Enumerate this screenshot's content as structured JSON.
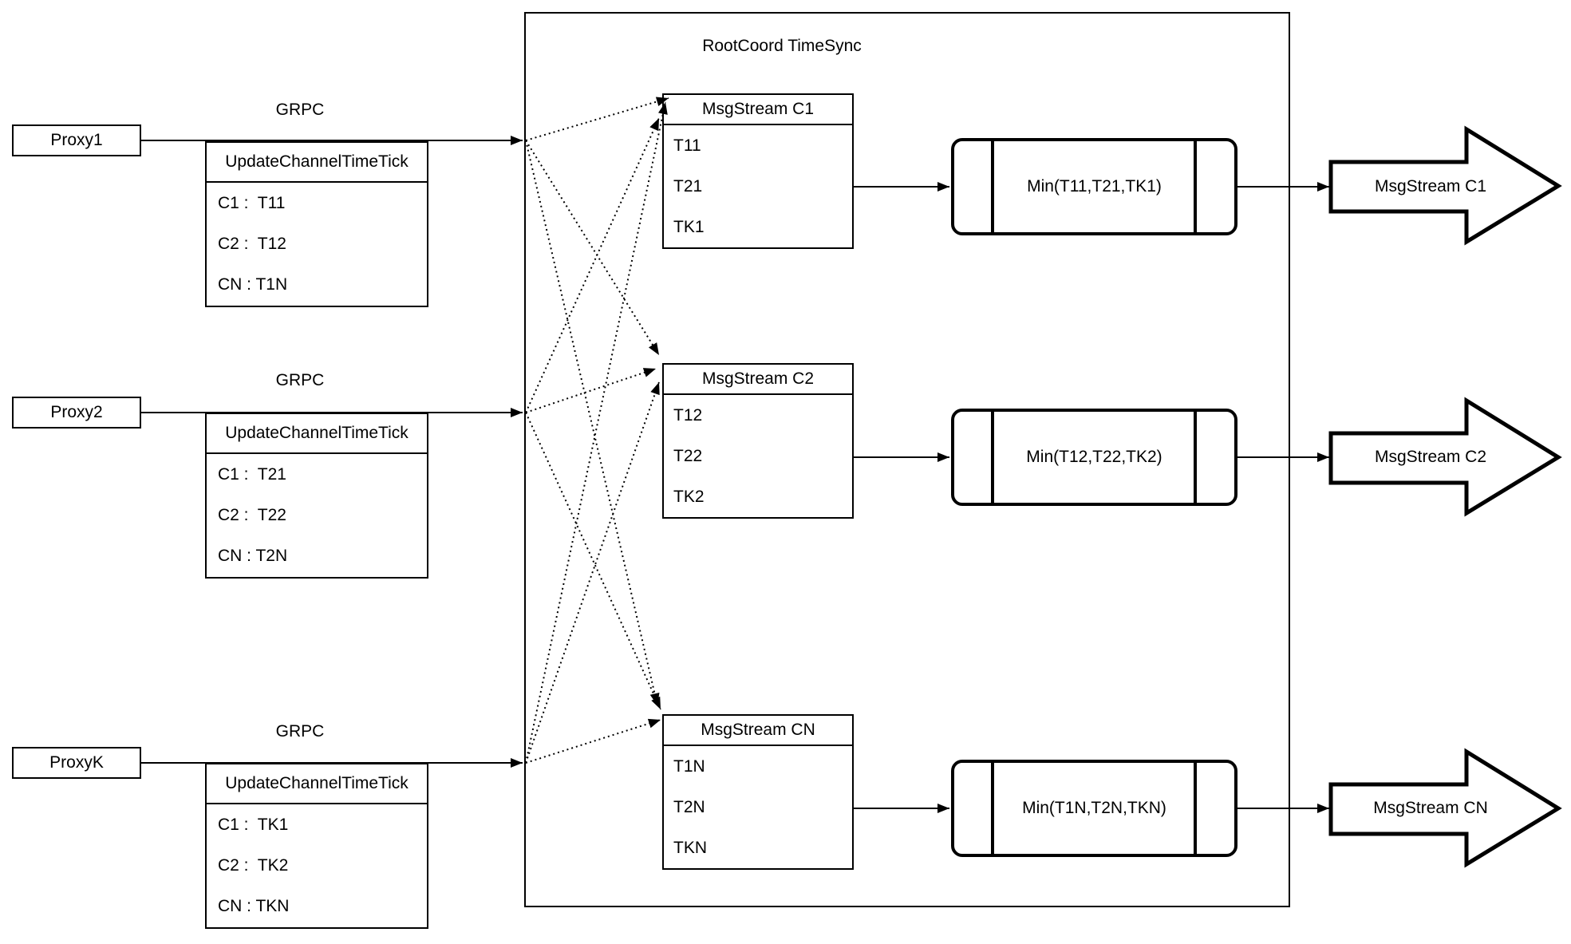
{
  "title": "RootCoord TimeSync",
  "grpc_label": "GRPC",
  "proxies": [
    {
      "name": "Proxy1",
      "header": "UpdateChannelTimeTick",
      "rows": [
        "C1 :  T11",
        "C2 :  T12",
        "CN : T1N"
      ]
    },
    {
      "name": "Proxy2",
      "header": "UpdateChannelTimeTick",
      "rows": [
        "C1 :  T21",
        "C2 :  T22",
        "CN : T2N"
      ]
    },
    {
      "name": "ProxyK",
      "header": "UpdateChannelTimeTick",
      "rows": [
        "C1 :  TK1",
        "C2 :  TK2",
        "CN : TKN"
      ]
    }
  ],
  "streams": [
    {
      "header": "MsgStream C1",
      "rows": [
        "T11",
        "T21",
        "TK1"
      ],
      "min": "Min(T11,T21,TK1)",
      "out": "MsgStream C1"
    },
    {
      "header": "MsgStream C2",
      "rows": [
        "T12",
        "T22",
        "TK2"
      ],
      "min": "Min(T12,T22,TK2)",
      "out": "MsgStream C2"
    },
    {
      "header": "MsgStream CN",
      "rows": [
        "T1N",
        "T2N",
        "TKN"
      ],
      "min": "Min(T1N,T2N,TKN)",
      "out": "MsgStream CN"
    }
  ],
  "colors": {
    "ink": "#000000",
    "background": "#ffffff"
  }
}
